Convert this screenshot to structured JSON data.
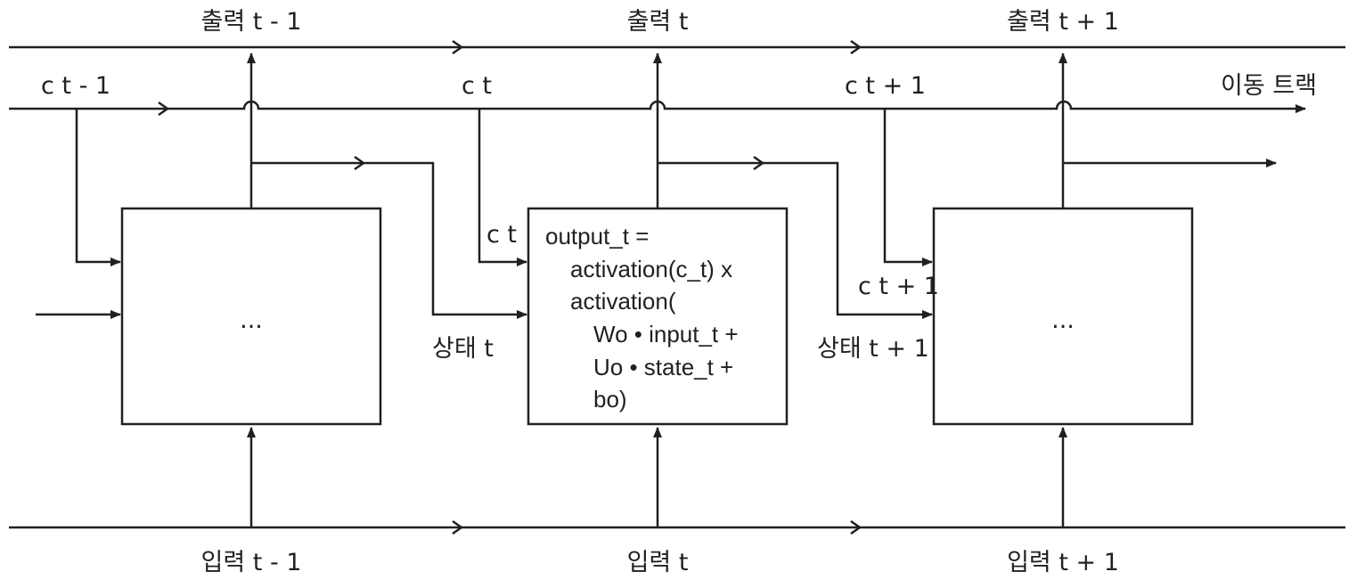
{
  "outputs": [
    "출력 t - 1",
    "출력 t",
    "출력 t + 1"
  ],
  "inputs": [
    "입력 t - 1",
    "입력 t",
    "입력 t + 1"
  ],
  "carry": {
    "top_labels": [
      "c t - 1",
      "c t",
      "c t + 1"
    ],
    "track_label": "이동 트랙",
    "cell_carry_in_labels": [
      "c t",
      "c t + 1"
    ]
  },
  "state_labels": [
    "상태 t",
    "상태 t + 1"
  ],
  "cells": {
    "left_placeholder": "...",
    "right_placeholder": "...",
    "center_formula": [
      "output_t =",
      "activation(c_t) x",
      "activation(",
      "Wo • input_t +",
      "Uo • state_t +",
      "bo)"
    ]
  }
}
